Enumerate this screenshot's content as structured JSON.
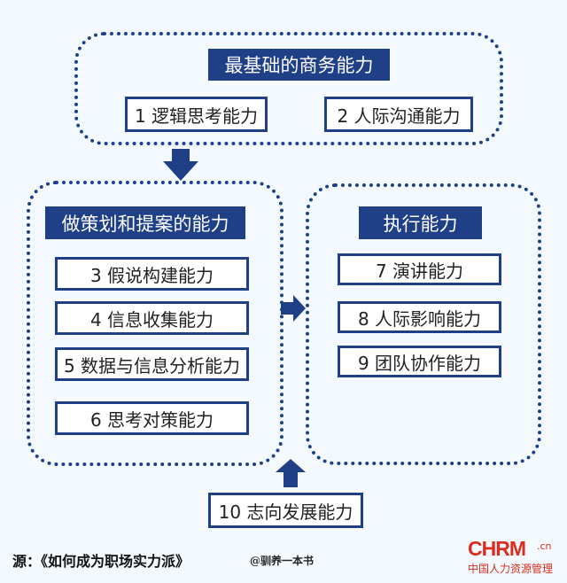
{
  "top_group": {
    "title": "最基础的商务能力",
    "items": [
      "1 逻辑思考能力",
      "2 人际沟通能力"
    ]
  },
  "left_group": {
    "title": "做策划和提案的能力",
    "items": [
      "3 假说构建能力",
      "4 信息收集能力",
      "5 数据与信息分析能力",
      "6 思考对策能力"
    ]
  },
  "right_group": {
    "title": "执行能力",
    "items": [
      "7 演讲能力",
      "8 人际影响能力",
      "9 团队协作能力"
    ]
  },
  "bottom_item": "10 志向发展能力",
  "footer": {
    "source": "源：《如何成为职场实力派》",
    "credit": "@驯养一本书",
    "logo_main": "CHRM",
    "logo_tld": ".cn",
    "logo_sub": "中国人力资源管理"
  },
  "colors": {
    "primary": "#1f3f87",
    "logo_red": "#d92d1e",
    "background": "#f4f9fd"
  }
}
